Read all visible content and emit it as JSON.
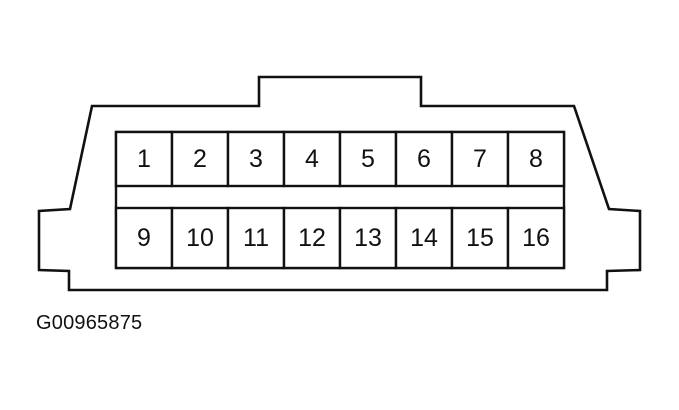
{
  "diagram": {
    "top_row_pins": [
      "1",
      "2",
      "3",
      "4",
      "5",
      "6",
      "7",
      "8"
    ],
    "bottom_row_pins": [
      "9",
      "10",
      "11",
      "12",
      "13",
      "14",
      "15",
      "16"
    ],
    "figure_id": "G00965875",
    "colors": {
      "line": "#111111",
      "background": "#ffffff"
    }
  }
}
